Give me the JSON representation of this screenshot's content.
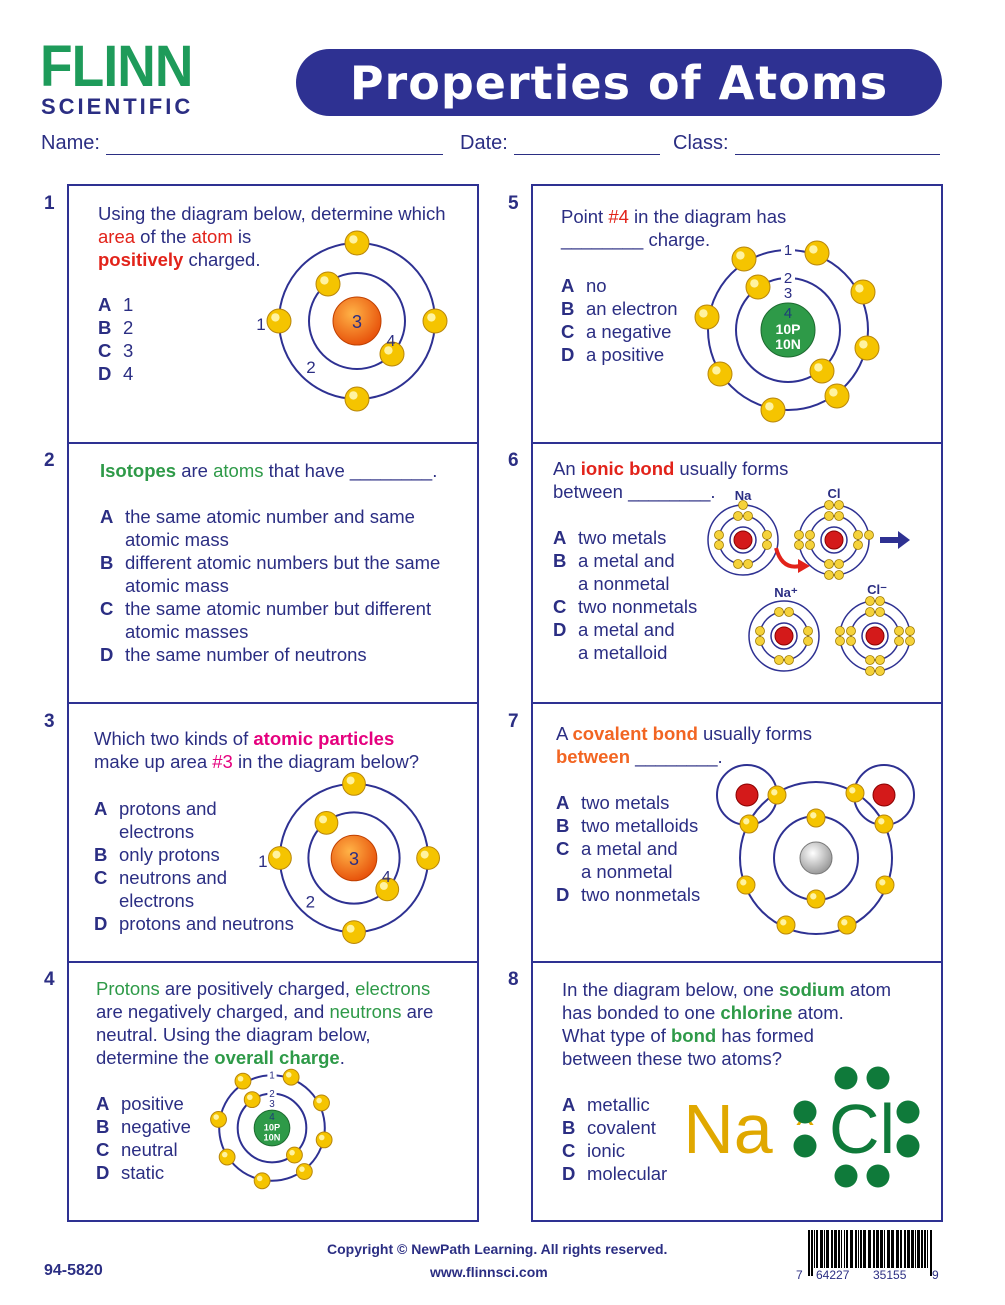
{
  "header": {
    "logo_top": "FLINN",
    "logo_bottom": "SCIENTIFIC",
    "title": "Properties of Atoms",
    "name_label": "Name:",
    "date_label": "Date:",
    "class_label": "Class:"
  },
  "colors": {
    "navy": "#2e3192",
    "text": "#2b2e83",
    "red": "#e2231a",
    "green": "#2e9a48",
    "magenta": "#e5007e",
    "orange": "#f26522",
    "electron": "#f5c400"
  },
  "questions": [
    {
      "number": "1",
      "prompt": [
        {
          "t": "Using the diagram below, determine which\n",
          "c": ""
        },
        {
          "t": "area",
          "c": "red"
        },
        {
          "t": " of the ",
          "c": ""
        },
        {
          "t": "atom",
          "c": "red"
        },
        {
          "t": " is\n",
          "c": ""
        },
        {
          "t": "positively",
          "c": "redb"
        },
        {
          "t": " charged.",
          "c": ""
        }
      ],
      "options": [
        {
          "letter": "A",
          "text": "1"
        },
        {
          "letter": "B",
          "text": "2"
        },
        {
          "letter": "C",
          "text": "3"
        },
        {
          "letter": "D",
          "text": "4"
        }
      ],
      "diagram": {
        "nucleus": "3",
        "labels": [
          "1",
          "2",
          "4"
        ]
      }
    },
    {
      "number": "2",
      "prompt": [
        {
          "t": "Isotopes",
          "c": "greenb"
        },
        {
          "t": " are ",
          "c": ""
        },
        {
          "t": "atoms",
          "c": "green"
        },
        {
          "t": " that have ________.",
          "c": ""
        }
      ],
      "options": [
        {
          "letter": "A",
          "text": "the same atomic number and same\natomic mass"
        },
        {
          "letter": "B",
          "text": "different atomic numbers but the same\natomic mass"
        },
        {
          "letter": "C",
          "text": "the same atomic number but different\natomic masses"
        },
        {
          "letter": "D",
          "text": "the same number of neutrons"
        }
      ]
    },
    {
      "number": "3",
      "prompt": [
        {
          "t": "Which two kinds of ",
          "c": ""
        },
        {
          "t": "atomic particles",
          "c": "magb"
        },
        {
          "t": "\nmake up area ",
          "c": ""
        },
        {
          "t": "#3",
          "c": "mag"
        },
        {
          "t": " in the diagram below?",
          "c": ""
        }
      ],
      "options": [
        {
          "letter": "A",
          "text": "protons and\nelectrons"
        },
        {
          "letter": "B",
          "text": "only protons"
        },
        {
          "letter": "C",
          "text": "neutrons and\nelectrons"
        },
        {
          "letter": "D",
          "text": "protons and neutrons"
        }
      ],
      "diagram": {
        "nucleus": "3",
        "labels": [
          "1",
          "2",
          "4"
        ]
      }
    },
    {
      "number": "4",
      "prompt": [
        {
          "t": "Protons",
          "c": "green"
        },
        {
          "t": " are positively charged, ",
          "c": ""
        },
        {
          "t": "electrons",
          "c": "green"
        },
        {
          "t": "\nare negatively charged, and ",
          "c": ""
        },
        {
          "t": "neutrons",
          "c": "green"
        },
        {
          "t": " are\nneutral.  Using the diagram below,\ndetermine the ",
          "c": ""
        },
        {
          "t": "overall charge",
          "c": "greenb"
        },
        {
          "t": ".",
          "c": ""
        }
      ],
      "options": [
        {
          "letter": "A",
          "text": "positive"
        },
        {
          "letter": "B",
          "text": "negative"
        },
        {
          "letter": "C",
          "text": "neutral"
        },
        {
          "letter": "D",
          "text": "static"
        }
      ],
      "diagram": {
        "labels": [
          "1",
          "2",
          "3",
          "4"
        ],
        "protons": "10P",
        "neutrons": "10N"
      }
    },
    {
      "number": "5",
      "prompt": [
        {
          "t": "Point ",
          "c": ""
        },
        {
          "t": "#4",
          "c": "red"
        },
        {
          "t": " in the diagram has\n________ charge.",
          "c": ""
        }
      ],
      "options": [
        {
          "letter": "A",
          "text": "no"
        },
        {
          "letter": "B",
          "text": "an electron"
        },
        {
          "letter": "C",
          "text": "a negative"
        },
        {
          "letter": "D",
          "text": "a positive"
        }
      ],
      "diagram": {
        "labels": [
          "1",
          "2",
          "3",
          "4"
        ],
        "protons": "10P",
        "neutrons": "10N"
      }
    },
    {
      "number": "6",
      "prompt": [
        {
          "t": "An ",
          "c": ""
        },
        {
          "t": "ionic bond",
          "c": "redb"
        },
        {
          "t": " usually forms\nbetween ________.",
          "c": ""
        }
      ],
      "options": [
        {
          "letter": "A",
          "text": "two metals"
        },
        {
          "letter": "B",
          "text": "a metal and\na nonmetal"
        },
        {
          "letter": "C",
          "text": "two nonmetals"
        },
        {
          "letter": "D",
          "text": "a metal and\na metalloid"
        }
      ],
      "diagram": {
        "labels": [
          "Na",
          "Cl",
          "Na⁺",
          "Cl⁻"
        ]
      }
    },
    {
      "number": "7",
      "prompt": [
        {
          "t": "A ",
          "c": ""
        },
        {
          "t": "covalent bond",
          "c": "orangeb"
        },
        {
          "t": " usually forms\n",
          "c": ""
        },
        {
          "t": "between",
          "c": "orangeb"
        },
        {
          "t": " ________.",
          "c": ""
        }
      ],
      "options": [
        {
          "letter": "A",
          "text": "two metals"
        },
        {
          "letter": "B",
          "text": "two metalloids"
        },
        {
          "letter": "C",
          "text": "a metal and\na nonmetal"
        },
        {
          "letter": "D",
          "text": "two nonmetals"
        }
      ]
    },
    {
      "number": "8",
      "prompt": [
        {
          "t": "In the diagram below, one ",
          "c": ""
        },
        {
          "t": "sodium",
          "c": "greenb"
        },
        {
          "t": " atom\nhas bonded to one ",
          "c": ""
        },
        {
          "t": "chlorine",
          "c": "greenb"
        },
        {
          "t": " atom.\nWhat type of ",
          "c": ""
        },
        {
          "t": "bond",
          "c": "greenb"
        },
        {
          "t": " has formed\nbetween these two atoms?",
          "c": ""
        }
      ],
      "options": [
        {
          "letter": "A",
          "text": "metallic"
        },
        {
          "letter": "B",
          "text": "covalent"
        },
        {
          "letter": "C",
          "text": "ionic"
        },
        {
          "letter": "D",
          "text": "molecular"
        }
      ],
      "diagram": {
        "sodium": "Na",
        "cross": "x",
        "chlorine": "Cl"
      }
    }
  ],
  "footer": {
    "product_code": "94-5820",
    "copyright": "Copyright © NewPath Learning. All rights reserved.",
    "website": "www.flinnsci.com",
    "barcode_digits": [
      "7",
      "64227",
      "35155",
      "9"
    ]
  }
}
